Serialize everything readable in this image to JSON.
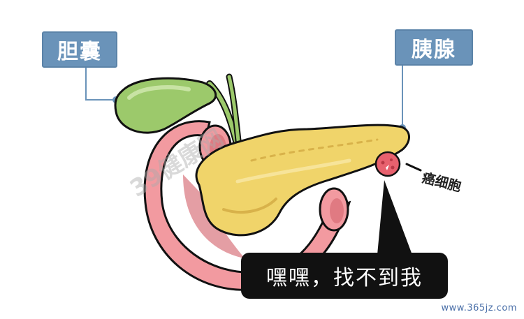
{
  "labels": {
    "gallbladder": "胆囊",
    "pancreas": "胰腺",
    "cancer_cell": "癌细胞"
  },
  "speech_bubble": {
    "text": "嘿嘿，找不到我"
  },
  "watermarks": {
    "center": "39健康网",
    "bottom": "www.365jz.com"
  },
  "colors": {
    "label_bg": "#6a93b9",
    "gallbladder": "#9cc96b",
    "pancreas": "#f0d46a",
    "intestine": "#f29aa0",
    "cancer": "#e8616e",
    "speech_bg": "#111111"
  }
}
